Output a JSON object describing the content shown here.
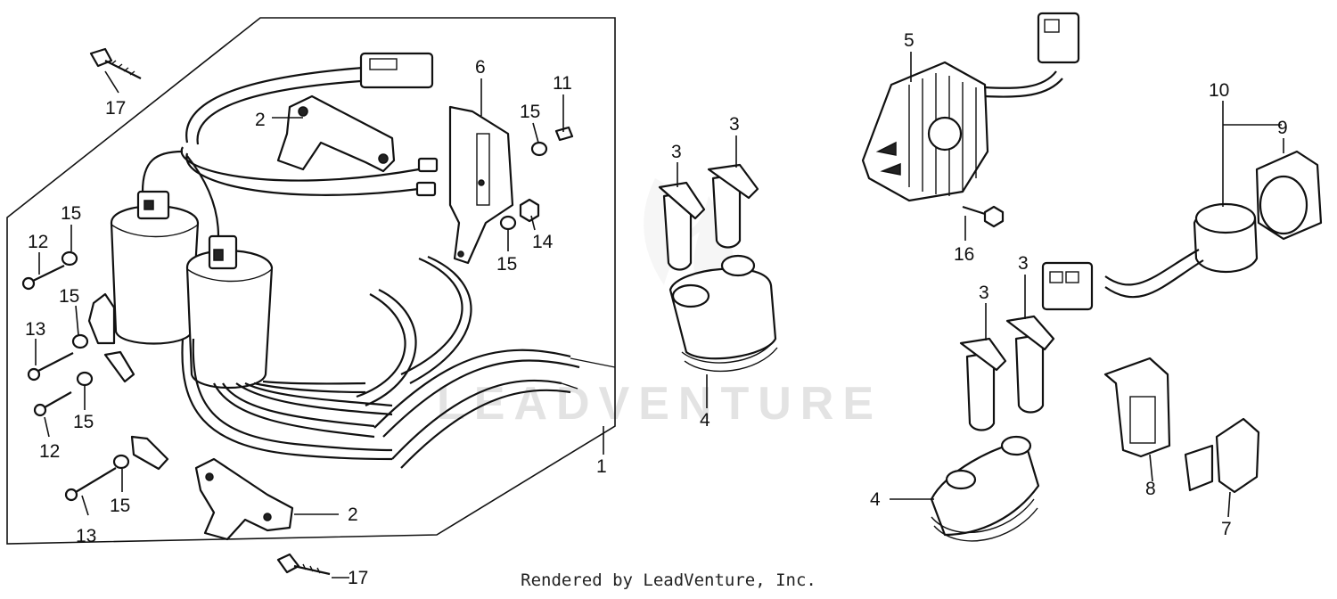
{
  "watermark": "LEADVENTURE",
  "credit": "Rendered by LeadVenture, Inc.",
  "callouts": {
    "c1": "1",
    "c2a": "2",
    "c2b": "2",
    "c3a": "3",
    "c3b": "3",
    "c3c": "3",
    "c3d": "3",
    "c4a": "4",
    "c4b": "4",
    "c5": "5",
    "c6": "6",
    "c7": "7",
    "c8": "8",
    "c9": "9",
    "c10": "10",
    "c11": "11",
    "c12a": "12",
    "c12b": "12",
    "c13a": "13",
    "c13b": "13",
    "c14": "14",
    "c15a": "15",
    "c15b": "15",
    "c15c": "15",
    "c15d": "15",
    "c15e": "15",
    "c15f": "15",
    "c16": "16",
    "c17a": "17",
    "c17b": "17"
  }
}
